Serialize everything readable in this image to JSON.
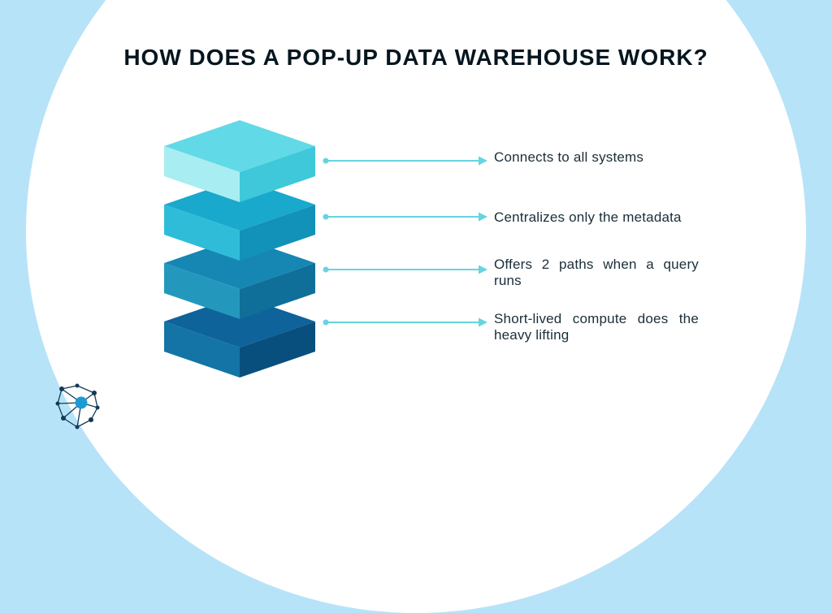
{
  "title": "HOW DOES A POP-UP DATA WAREHOUSE WORK?",
  "items": [
    {
      "label": "Connects to all systems"
    },
    {
      "label": "Centralizes only the metadata"
    },
    {
      "label": "Offers 2 paths when a query runs"
    },
    {
      "label": "Short-lived compute does the heavy lifting"
    }
  ],
  "colors": {
    "background": "#b7e3f8",
    "panel": "#ffffff",
    "title_color": "#05161f",
    "text_color": "#1b2e38",
    "arrow": "#66d4e1",
    "layer1_top": "#62d9e6",
    "layer1_front": "#a8edf2",
    "layer1_side": "#3ec8da",
    "layer2_top": "#18a9cd",
    "layer2_front": "#2fbcd8",
    "layer2_side": "#1292b8",
    "layer3_top": "#1687b3",
    "layer3_front": "#2497bd",
    "layer3_side": "#0f6f99",
    "layer4_top": "#0d639a",
    "layer4_front": "#1474a6",
    "layer4_side": "#094f7e",
    "logo_accent": "#1b9ad6",
    "logo_dark": "#143a55"
  }
}
